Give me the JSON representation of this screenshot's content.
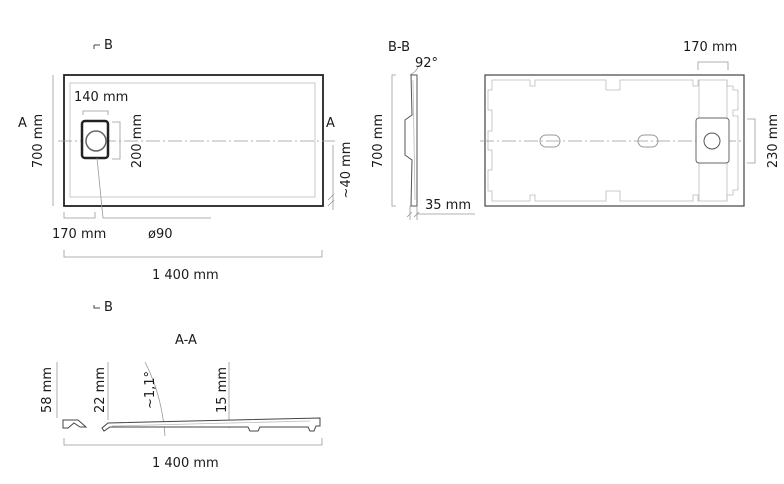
{
  "top_view": {
    "section_marker_b": "B",
    "section_marker_a_left": "A",
    "section_marker_a_right": "A",
    "width_label": "700 mm",
    "drain_width_label": "140 mm",
    "drain_height_label": "200 mm",
    "rim_label": "~40 mm",
    "drain_offset_label": "170 mm",
    "drain_diameter_label": "ø90",
    "length_label": "1 400 mm"
  },
  "section_bb": {
    "title": "B-B",
    "angle_label": "92°",
    "height_label": "700 mm",
    "thickness_label": "35 mm"
  },
  "bottom_view": {
    "drain_offset_label": "170 mm",
    "drain_height_label": "230 mm"
  },
  "section_aa": {
    "section_marker_b": "B",
    "title": "A-A",
    "height_label": "58 mm",
    "edge_label": "22 mm",
    "slope_label": "~1,1°",
    "mid_label": "15 mm",
    "length_label": "1 400 mm"
  }
}
